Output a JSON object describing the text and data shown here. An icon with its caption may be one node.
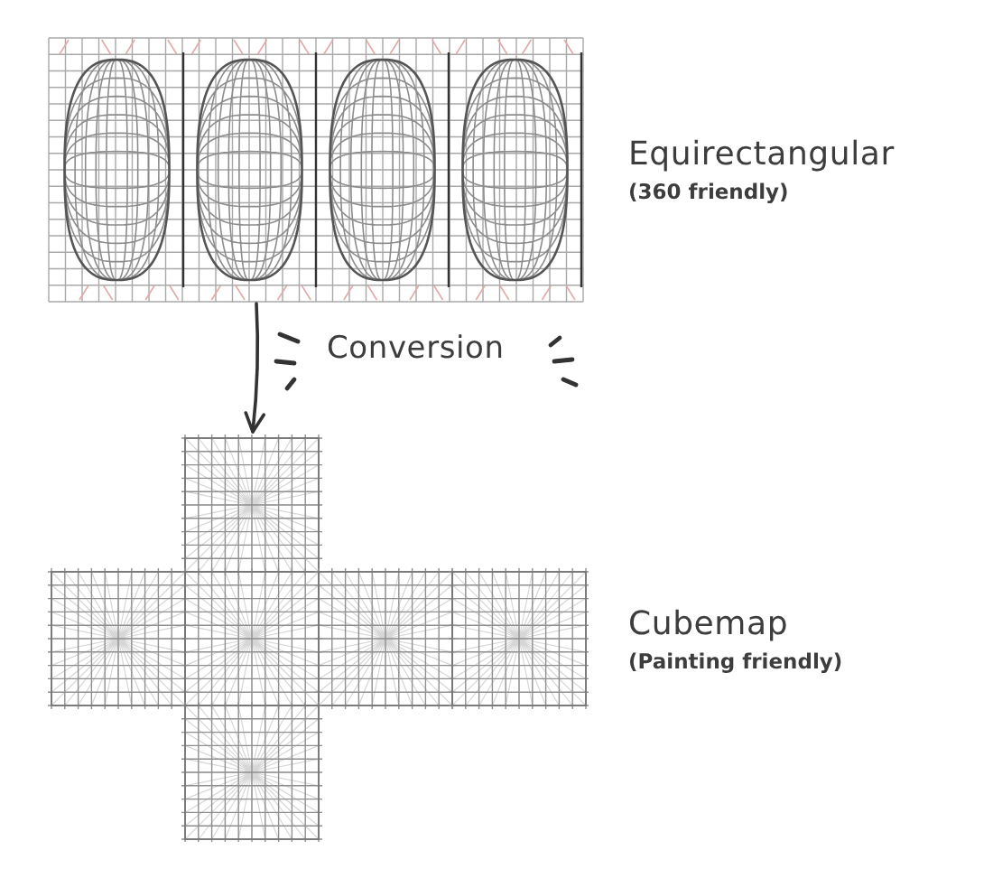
{
  "diagram": {
    "nodes": [
      {
        "text": [],
        "shape": "picture",
        "beside": [
          "Equirectangular",
          "(360 friendly)"
        ]
      },
      {
        "text": [],
        "shape": "picture",
        "beside": [
          "Cubemap",
          "(Painting friendly)"
        ]
      }
    ],
    "edges": [
      {
        "from": 0,
        "to": 1,
        "arrow": "to",
        "label": "Conversion"
      }
    ]
  }
}
